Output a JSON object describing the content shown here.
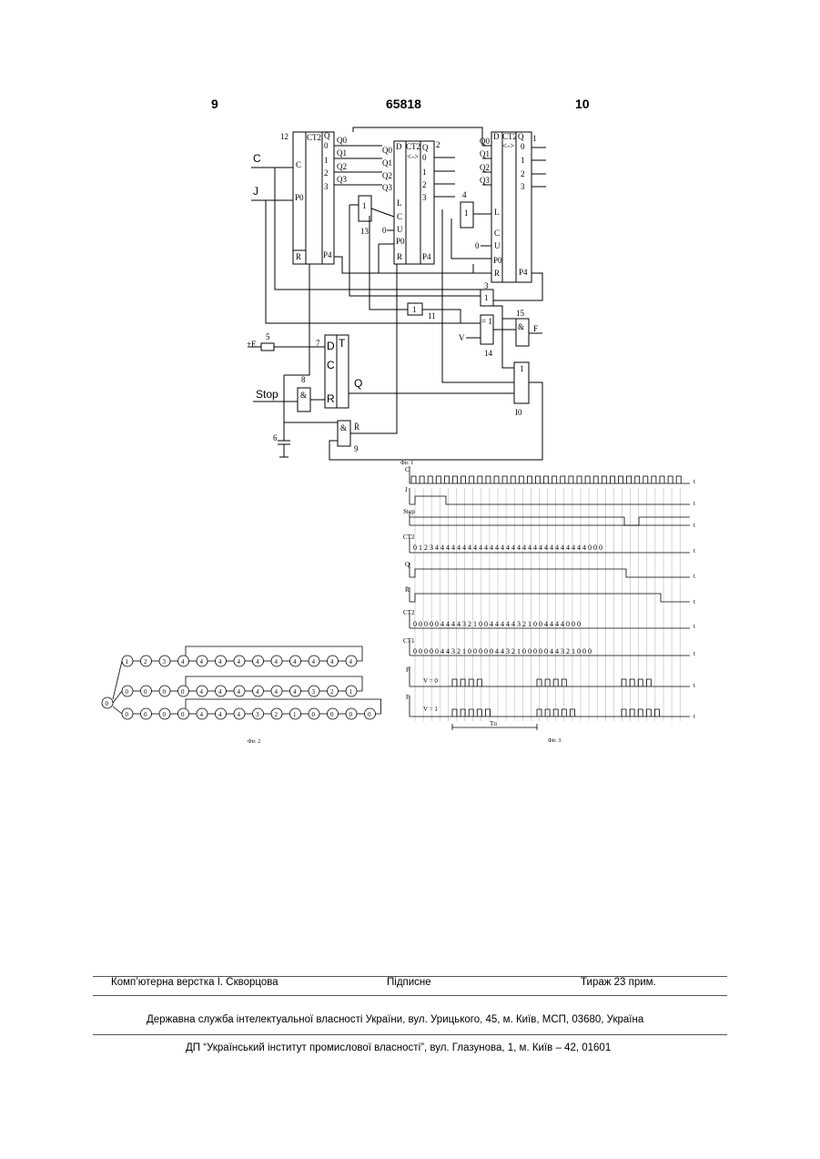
{
  "header": {
    "left_page": "9",
    "patent_number": "65818",
    "right_page": "10"
  },
  "figures": {
    "fig1": {
      "caption": "Фіг. 1",
      "inputs": [
        "C",
        "J",
        "+E",
        "Stop",
        "V"
      ],
      "outputs": [
        "Q",
        "R̄",
        "F"
      ],
      "counter_labels": [
        "CT2",
        "CT2",
        "CT2"
      ],
      "element_numbers": [
        "12",
        "2",
        "1",
        "4",
        "13",
        "3",
        "11",
        "15",
        "14",
        "I0",
        "5",
        "7",
        "8",
        "6",
        "9"
      ],
      "pins": {
        "d": "D",
        "c": "C",
        "r": "R",
        "t": "T",
        "p0": "P0",
        "p4": "P4",
        "l": "L",
        "u": "U",
        "q": "Q",
        "q0": "Q0",
        "q1": "Q1",
        "q2": "Q2",
        "q3": "Q3",
        "arrows": "<->",
        "and": "&",
        "or": "1",
        "xor": "= 1",
        "zero": "0",
        "one": "1",
        "two": "2",
        "three": "3"
      }
    },
    "fig2": {
      "caption": "Фіг. 2"
    },
    "fig3": {
      "caption": "Фіг. 3",
      "signal_labels": [
        "C",
        "J",
        "Stop",
        "CT2",
        "Q",
        "R̄",
        "CT2",
        "CT1",
        "F",
        "F"
      ],
      "axis_label": "t",
      "ct2_a_sequence": "0 1 2 3 4 4 4 4 4 4 4 4 4 4 4 4 4 4 4 4 4 4 4 4 4 4 4 4 4 4 4 4 0 0 0",
      "ct2_b_sequence": "0 0 0 0 0 4 4 4 4 3 2 1 0 0 4 4 4 4 4 3 2 1 0 0 4 4 4 4 0 0 0",
      "ct1_sequence": "0 0 0 0 0 4 4 3 2 1 0 0 0 0 0 4 4 3 2 1 0 0 0 0 0 4 4 3 2 1 0 0 0",
      "v0_label": "V = 0",
      "v1_label": "V = 1",
      "period_label": "Tп"
    }
  },
  "footer": {
    "layout": "Комп’ютерна верстка І. Скворцова",
    "signed": "Підписне",
    "circulation": "Тираж 23 прим.",
    "agency": "Державна служба інтелектуальної власності України, вул. Урицького, 45, м. Київ, МСП, 03680, Україна",
    "institute": "ДП “Український інститут промислової власності”, вул. Глазунова, 1, м. Київ – 42, 01601"
  }
}
